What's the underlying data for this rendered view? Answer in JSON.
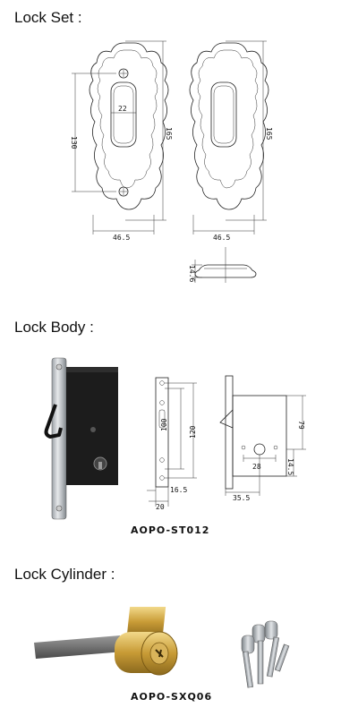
{
  "sections": {
    "lock_set": {
      "title": "Lock Set :"
    },
    "lock_body": {
      "title": "Lock Body :",
      "model": "AOPO-ST012"
    },
    "lock_cylinder": {
      "title": "Lock Cylinder :",
      "model": "AOPO-SXQ06"
    }
  },
  "lock_set_dims": {
    "height_inner": "130",
    "height_total_left": "165",
    "height_total_right": "165",
    "width_left": "46.5",
    "width_right": "46.5",
    "slot_width": "22",
    "profile_depth": "14.6"
  },
  "lock_body_dims": {
    "front_100": "100",
    "front_120": "120",
    "front_16_5": "16.5",
    "front_20": "20",
    "side_79": "79",
    "side_14_5": "14.5",
    "side_28": "28",
    "side_35_5": "35.5"
  }
}
